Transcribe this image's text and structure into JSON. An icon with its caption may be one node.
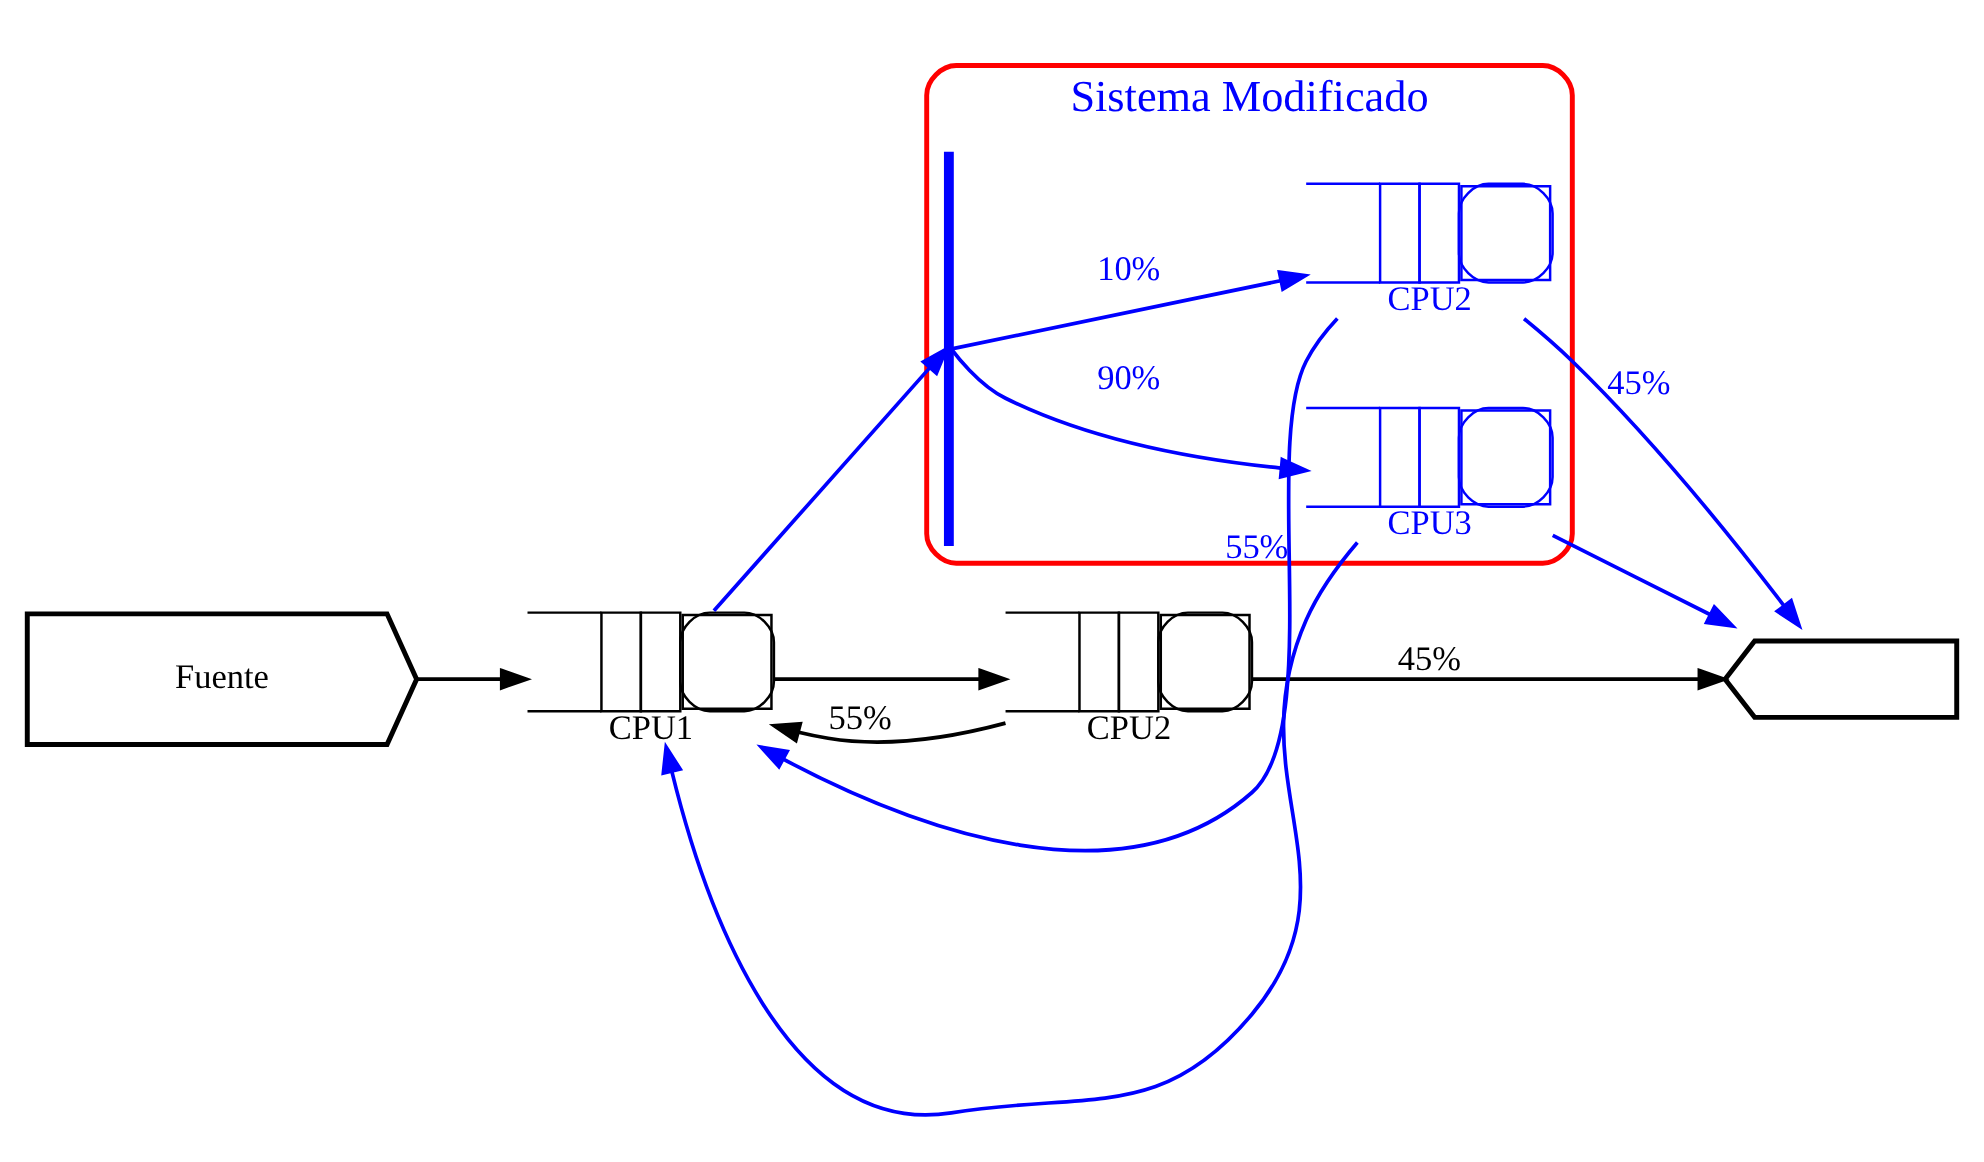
{
  "diagram": {
    "nodes": [
      {
        "text": [
          "Fuente"
        ]
      },
      {
        "text": [
          "CPU1"
        ]
      },
      {
        "text": [
          "CPU2"
        ]
      },
      {
        "text": [],
        "shape": "box"
      },
      {
        "text": [
          "Sistema Modificado"
        ]
      },
      {
        "text": [],
        "shape": "bar",
        "in": 4
      },
      {
        "text": [
          "CPU2"
        ],
        "in": 4
      },
      {
        "text": [
          "CPU3"
        ],
        "in": 4
      }
    ],
    "edges": [
      {
        "from": 0,
        "to": 1,
        "arrow": "to",
        "color": "#000000"
      },
      {
        "from": 1,
        "to": 2,
        "arrow": "to",
        "color": "#000000"
      },
      {
        "from": 2,
        "to": 1,
        "arrow": "to",
        "label": "55%",
        "color": "#000000"
      },
      {
        "from": 2,
        "to": 3,
        "arrow": "to",
        "label": "45%",
        "color": "#000000"
      },
      {
        "from": 1,
        "to": 5,
        "arrow": "to",
        "color": "#0000ff"
      },
      {
        "from": 5,
        "to": 6,
        "arrow": "to",
        "label": "10%",
        "color": "#0000ff"
      },
      {
        "from": 5,
        "to": 7,
        "arrow": "to",
        "label": "90%",
        "color": "#0000ff"
      },
      {
        "from": 6,
        "to": 1,
        "arrow": "to",
        "label": "55%",
        "color": "#0000ff"
      },
      {
        "from": 7,
        "to": 1,
        "arrow": "to",
        "color": "#0000ff"
      },
      {
        "from": 6,
        "to": 3,
        "arrow": "to",
        "label": "45%",
        "color": "#0000ff"
      },
      {
        "from": 7,
        "to": 3,
        "arrow": "to",
        "color": "#0000ff"
      }
    ]
  }
}
